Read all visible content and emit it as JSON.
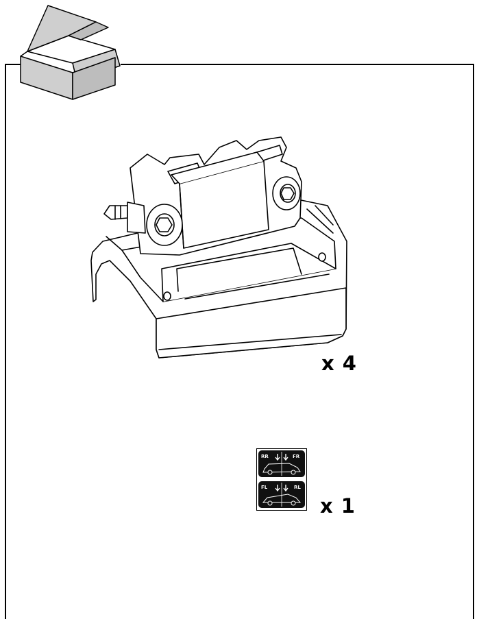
{
  "items": [
    {
      "quantity_label": "x 4",
      "icon": "roof-rack-foot"
    },
    {
      "quantity_label": "x 1",
      "icon": "position-sticker-sheet"
    }
  ],
  "sticker": {
    "top_left": "RR",
    "top_right": "FR",
    "bottom_left": "FL",
    "bottom_right": "RL"
  },
  "header_icon": "open-box-icon",
  "colors": {
    "line": "#000000",
    "box_fill": "#cccccc",
    "paper": "#ffffff"
  }
}
